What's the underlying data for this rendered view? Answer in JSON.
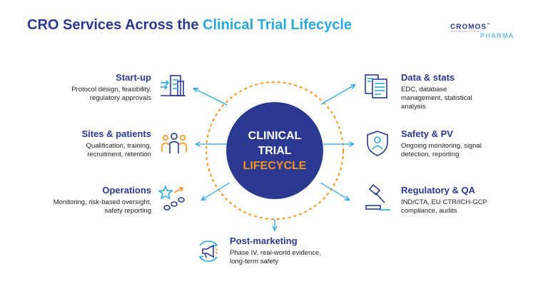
{
  "header": {
    "title_part1": "CRO Services Across the ",
    "title_part2": "Clinical Trial Lifecycle"
  },
  "logo": {
    "line1": "CROMOS",
    "trademark": "™",
    "line2": "PHARMA",
    "tagline": "SMART RESEARCH FOR LIFE"
  },
  "hub": {
    "line1": "CLINICAL",
    "line2": "TRIAL",
    "line3": "LIFECYCLE"
  },
  "stages": {
    "startup": {
      "heading": "Start-up",
      "line1": "Protocol design, feasibility,",
      "line2": "regulatory approvals",
      "icon": "building-chart-icon"
    },
    "sites": {
      "heading": "Sites & patients",
      "line1": "Qualification, training,",
      "line2": "recruitment, retention",
      "icon": "people-group-icon"
    },
    "operations": {
      "heading": "Operations",
      "line1": "Monitoring, risk-based oversight,",
      "line2": "safety reporting",
      "icon": "star-growth-icon"
    },
    "postmarketing": {
      "heading": "Post-marketing",
      "line1": "Phase IV, real-world evidence,",
      "line2": "long-term safety",
      "icon": "megaphone-cycle-icon"
    },
    "data": {
      "heading": "Data & stats",
      "line1": "EDC, database",
      "line2": "management, statistical",
      "line3": "analysis",
      "icon": "documents-icon"
    },
    "safety": {
      "heading": "Safety & PV",
      "line1": "Ongoing monitoring, signal",
      "line2": "detection, reporting",
      "icon": "shield-person-icon"
    },
    "regulatory": {
      "heading": "Regulatory & QA",
      "line1": "IND/CTA, EU CTR/ICH-GCP",
      "line2": "compliance, audits",
      "icon": "gavel-icon"
    }
  },
  "colors": {
    "navy": "#2b3990",
    "sky": "#29a8e0",
    "orange": "#f7941d"
  }
}
